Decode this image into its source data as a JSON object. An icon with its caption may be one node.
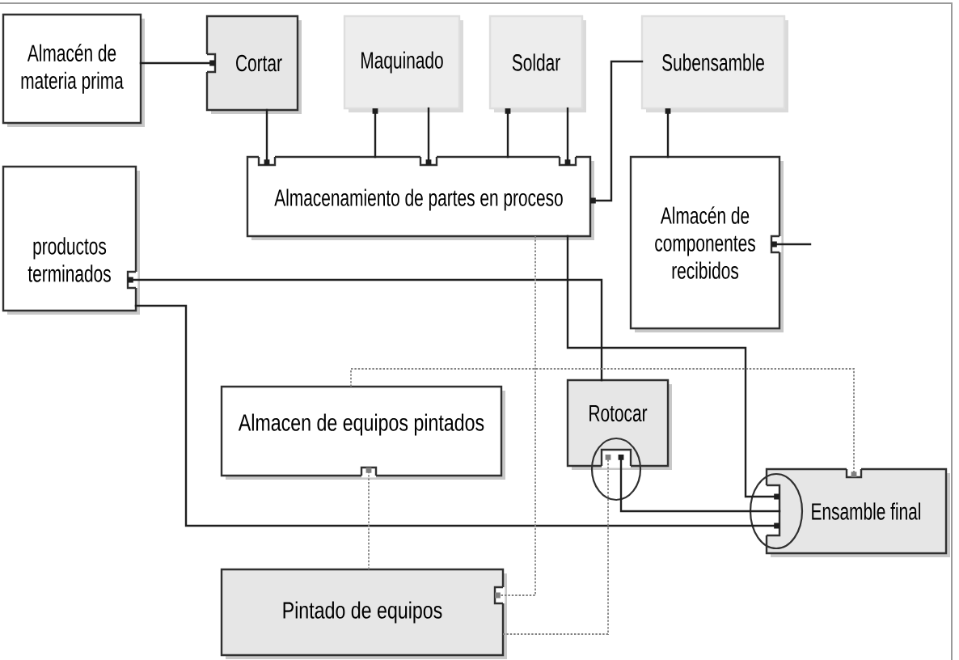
{
  "diagram": {
    "nodes": [
      {
        "text": [
          "Almacén de materia prima"
        ]
      },
      {
        "text": [
          "Cortar"
        ]
      },
      {
        "text": [
          "Maquinado"
        ]
      },
      {
        "text": [
          "Soldar"
        ]
      },
      {
        "text": [
          "Subensamble"
        ]
      },
      {
        "text": [
          "Almacenamiento de partes en proceso"
        ]
      },
      {
        "text": [
          "Almacén de componentes recibidos"
        ]
      },
      {
        "text": [
          "productos terminados"
        ]
      },
      {
        "text": [
          "Almacen de equipos pintados"
        ]
      },
      {
        "text": [
          "Rotocar"
        ]
      },
      {
        "text": [
          "Ensamble final"
        ]
      },
      {
        "text": [
          "Pintado de equipos"
        ]
      }
    ],
    "edges": [
      {
        "from": 0,
        "to": 1,
        "arrow": "other"
      },
      {
        "from": 1,
        "to": 5,
        "arrow": "other"
      },
      {
        "from": 5,
        "to": 2,
        "arrow": "other"
      },
      {
        "from": 2,
        "to": 5,
        "arrow": "other"
      },
      {
        "from": 5,
        "to": 3,
        "arrow": "other"
      },
      {
        "from": 3,
        "to": 5,
        "arrow": "other"
      },
      {
        "from": 4,
        "to": 5,
        "arrow": "other"
      },
      {
        "from": 6,
        "to": 4,
        "arrow": "other"
      },
      {
        "from": null,
        "to": 6,
        "arrow": "other"
      },
      {
        "from": 9,
        "to": 7,
        "arrow": "other"
      },
      {
        "from": 5,
        "to": 10,
        "arrow": "other"
      },
      {
        "from": 7,
        "to": 10,
        "arrow": "other"
      },
      {
        "from": 10,
        "to": 9,
        "arrow": "other"
      },
      {
        "from": 5,
        "to": 11,
        "arrow": "other",
        "style": "dashed",
        "color": "#808080"
      },
      {
        "from": 11,
        "to": 8,
        "arrow": "other",
        "style": "dashed",
        "color": "#808080"
      },
      {
        "from": 8,
        "to": 10,
        "arrow": "other",
        "style": "dashed",
        "color": "#808080"
      },
      {
        "from": 11,
        "to": 9,
        "arrow": "other",
        "style": "dashed",
        "color": "#808080"
      }
    ]
  }
}
